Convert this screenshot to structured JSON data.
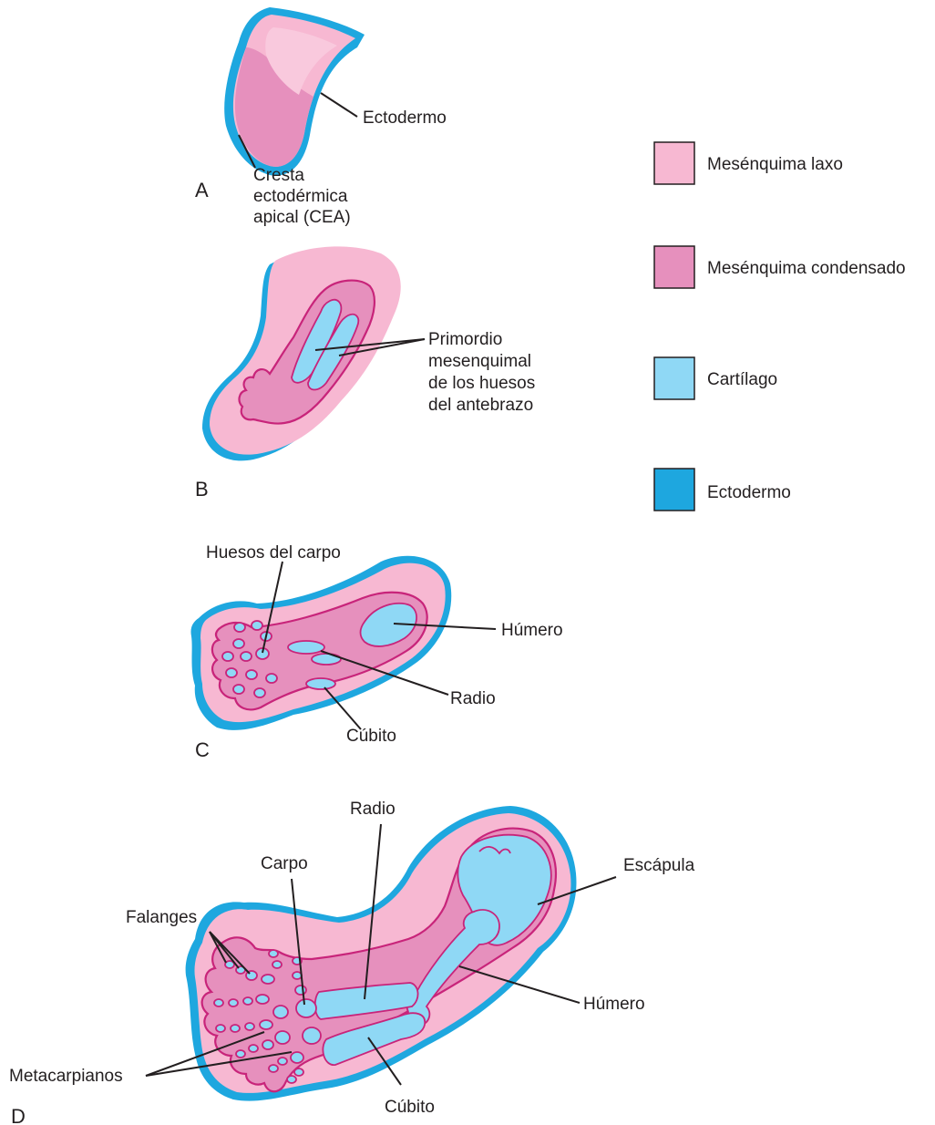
{
  "legend": {
    "items": [
      {
        "label": "Mesénquima laxo",
        "color": "#f7b8d2"
      },
      {
        "label": "Mesénquima condensado",
        "color": "#e690bd"
      },
      {
        "label": "Cartílago",
        "color": "#8fd8f5"
      },
      {
        "label": "Ectodermo",
        "color": "#1ea7df"
      }
    ]
  },
  "panels": {
    "A": {
      "letter": "A",
      "ectodermo": "Ectodermo",
      "cea": [
        "Cresta",
        "ectodérmica",
        "apical (CEA)"
      ]
    },
    "B": {
      "letter": "B",
      "primordio": [
        "Primordio",
        "mesenquimal",
        "de los huesos",
        "del antebrazo"
      ]
    },
    "C": {
      "letter": "C",
      "carpo": "Huesos del carpo",
      "humero": "Húmero",
      "radio": "Radio",
      "cubito": "Cúbito"
    },
    "D": {
      "letter": "D",
      "radio": "Radio",
      "carpo": "Carpo",
      "escapula": "Escápula",
      "falanges": "Falanges",
      "humero": "Húmero",
      "metacarpianos": "Metacarpianos",
      "cubito": "Cúbito"
    }
  }
}
